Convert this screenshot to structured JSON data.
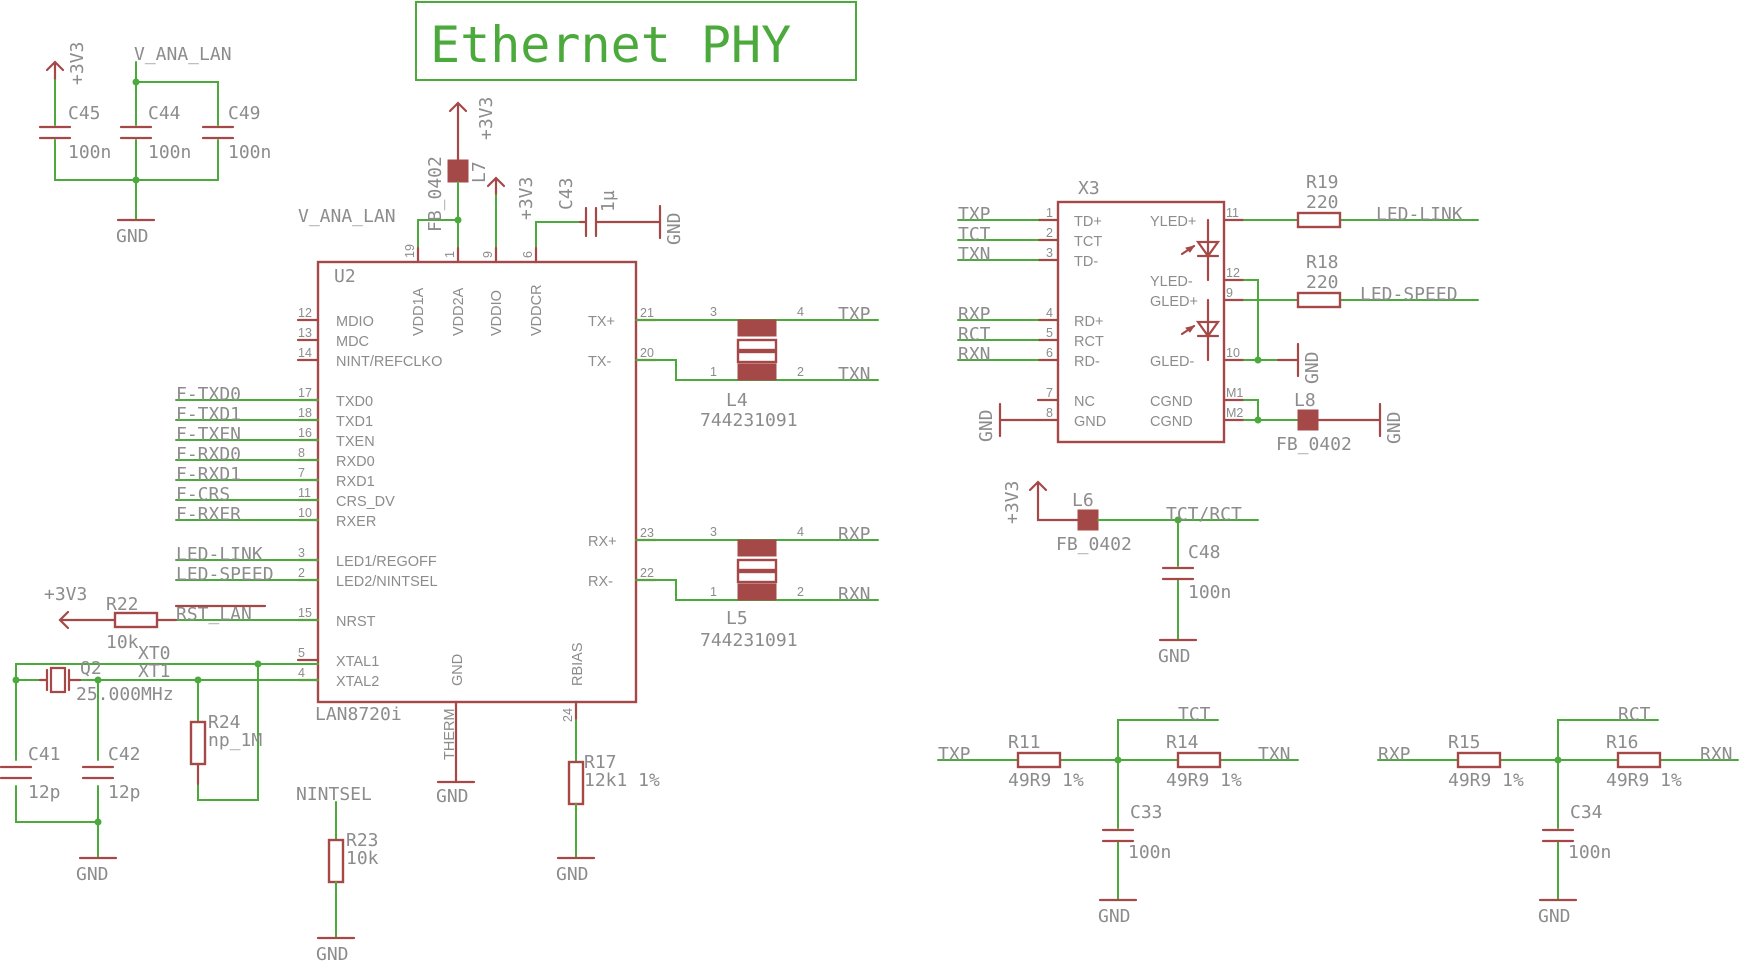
{
  "title": "Ethernet PHY",
  "nets": {
    "p3v3": "+3V3",
    "gnd": "GND",
    "v_ana_lan": "V_ANA_LAN",
    "txp": "TXP",
    "txn": "TXN",
    "rxp": "RXP",
    "rxn": "RXN",
    "tct": "TCT",
    "rct": "RCT",
    "tct_rct": "TCT/RCT",
    "led_link": "LED-LINK",
    "led_speed": "LED-SPEED",
    "rst_lan": "RST_LAN",
    "nintsel": "NINTSEL",
    "xt0": "XT0",
    "xt1": "XT1",
    "f_txd0": "F-TXD0",
    "f_txd1": "F-TXD1",
    "f_txen": "F-TXEN",
    "f_rxd0": "F-RXD0",
    "f_rxd1": "F-RXD1",
    "f_crs": "F-CRS",
    "f_rxer": "F-RXER"
  },
  "parts": {
    "c45": {
      "name": "C45",
      "value": "100n"
    },
    "c44": {
      "name": "C44",
      "value": "100n"
    },
    "c49": {
      "name": "C49",
      "value": "100n"
    },
    "c43": {
      "name": "C43",
      "value": "1µ"
    },
    "l7": {
      "name": "L7",
      "value": "FB_0402"
    },
    "u2": {
      "name": "U2",
      "value": "LAN8720i"
    },
    "l4": {
      "name": "L4",
      "value": "744231091"
    },
    "l5": {
      "name": "L5",
      "value": "744231091"
    },
    "r22": {
      "name": "R22",
      "value": "10k"
    },
    "q2": {
      "name": "Q2",
      "value": "25.000MHz"
    },
    "r24": {
      "name": "R24",
      "value": "np_1M"
    },
    "c41": {
      "name": "C41",
      "value": "12p"
    },
    "c42": {
      "name": "C42",
      "value": "12p"
    },
    "r23": {
      "name": "R23",
      "value": "10k"
    },
    "r17": {
      "name": "R17",
      "value": "12k1 1%"
    },
    "x3": {
      "name": "X3"
    },
    "r19": {
      "name": "R19",
      "value": "220"
    },
    "r18": {
      "name": "R18",
      "value": "220"
    },
    "l8": {
      "name": "L8",
      "value": "FB_0402"
    },
    "l6": {
      "name": "L6",
      "value": "FB_0402"
    },
    "c48": {
      "name": "C48",
      "value": "100n"
    },
    "r11": {
      "name": "R11",
      "value": "49R9 1%"
    },
    "r14": {
      "name": "R14",
      "value": "49R9 1%"
    },
    "c33": {
      "name": "C33",
      "value": "100n"
    },
    "r15": {
      "name": "R15",
      "value": "49R9 1%"
    },
    "r16": {
      "name": "R16",
      "value": "49R9 1%"
    },
    "c34": {
      "name": "C34",
      "value": "100n"
    }
  },
  "u2_pins": {
    "left": [
      {
        "num": "12",
        "name": "MDIO"
      },
      {
        "num": "13",
        "name": "MDC"
      },
      {
        "num": "14",
        "name": "NINT/REFCLKO"
      },
      {
        "num": "17",
        "name": "TXD0"
      },
      {
        "num": "18",
        "name": "TXD1"
      },
      {
        "num": "16",
        "name": "TXEN"
      },
      {
        "num": "8",
        "name": "RXD0"
      },
      {
        "num": "7",
        "name": "RXD1"
      },
      {
        "num": "11",
        "name": "CRS_DV"
      },
      {
        "num": "10",
        "name": "RXER"
      },
      {
        "num": "3",
        "name": "LED1/REGOFF"
      },
      {
        "num": "2",
        "name": "LED2/NINTSEL"
      },
      {
        "num": "15",
        "name": "NRST"
      },
      {
        "num": "5",
        "name": "XTAL1"
      },
      {
        "num": "4",
        "name": "XTAL2"
      }
    ],
    "top": [
      {
        "num": "19",
        "name": "VDD1A"
      },
      {
        "num": "1",
        "name": "VDD2A"
      },
      {
        "num": "9",
        "name": "VDDIO"
      },
      {
        "num": "6",
        "name": "VDDCR"
      }
    ],
    "right": [
      {
        "num": "21",
        "name": "TX+"
      },
      {
        "num": "20",
        "name": "TX-"
      },
      {
        "num": "23",
        "name": "RX+"
      },
      {
        "num": "22",
        "name": "RX-"
      }
    ],
    "bottom": [
      {
        "num": "",
        "name": "THERM"
      },
      {
        "num": "",
        "name": "GND"
      },
      {
        "num": "24",
        "name": "RBIAS"
      }
    ]
  },
  "x3_pins": {
    "left": [
      {
        "num": "1",
        "name": "TD+"
      },
      {
        "num": "2",
        "name": "TCT"
      },
      {
        "num": "3",
        "name": "TD-"
      },
      {
        "num": "4",
        "name": "RD+"
      },
      {
        "num": "5",
        "name": "RCT"
      },
      {
        "num": "6",
        "name": "RD-"
      },
      {
        "num": "7",
        "name": "NC"
      },
      {
        "num": "8",
        "name": "GND"
      }
    ],
    "right": [
      {
        "num": "11",
        "name": "YLED+"
      },
      {
        "num": "12",
        "name": "YLED-"
      },
      {
        "num": "9",
        "name": "GLED+"
      },
      {
        "num": "10",
        "name": "GLED-"
      },
      {
        "num": "M1",
        "name": "CGND"
      },
      {
        "num": "M2",
        "name": "CGND"
      }
    ]
  },
  "transformer_pins": {
    "p3": "3",
    "p4": "4",
    "p1": "1",
    "p2": "2"
  }
}
